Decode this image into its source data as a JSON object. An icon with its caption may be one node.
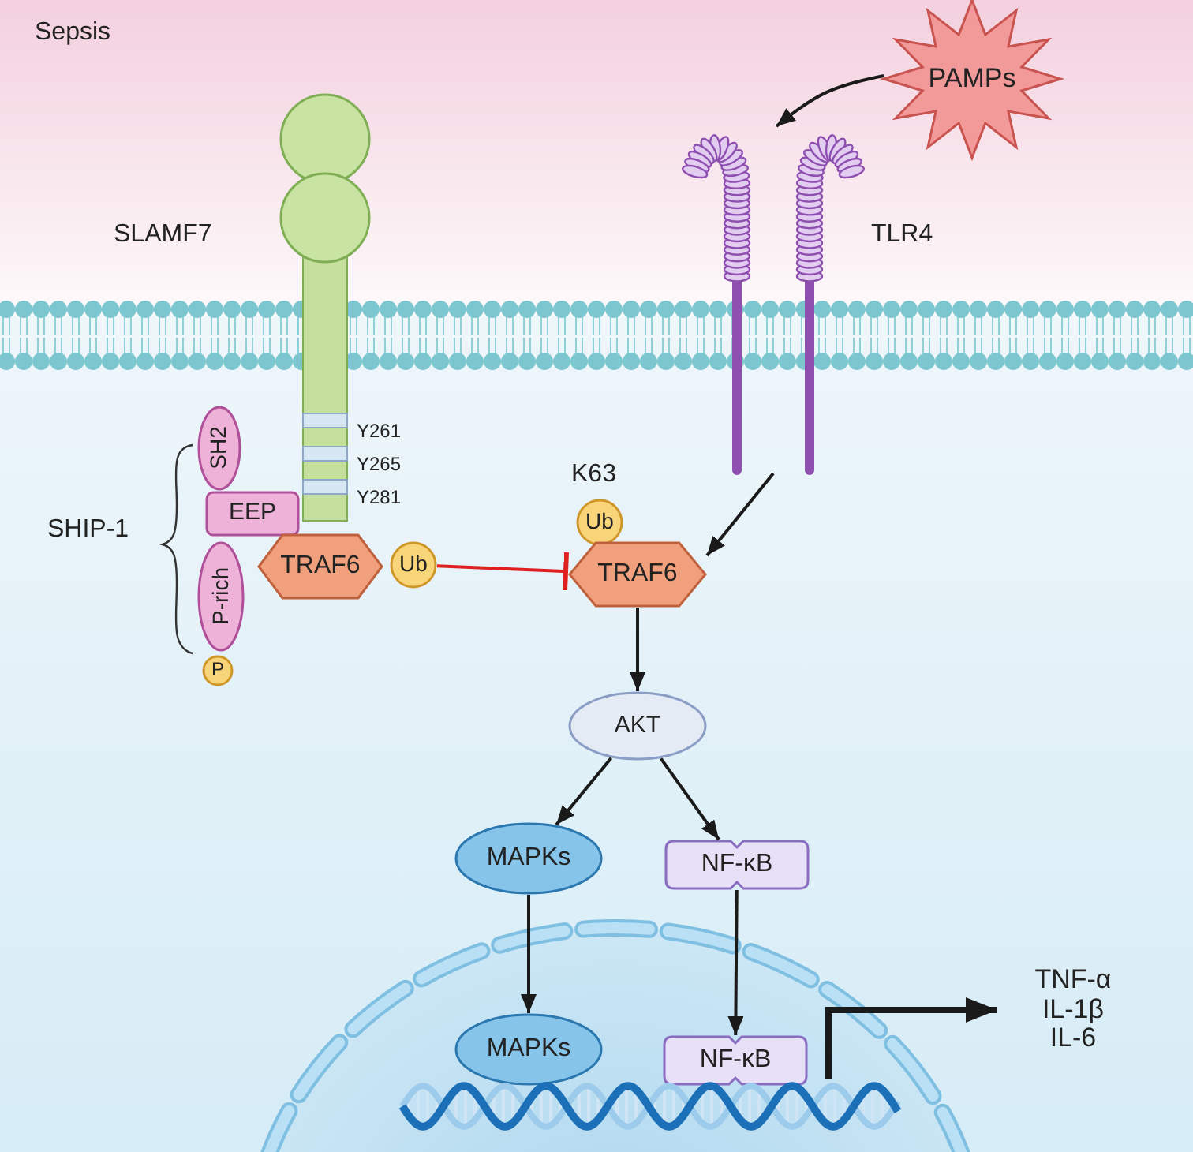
{
  "diagram": {
    "nodes": [
      {
        "text": [
          "PAMPs"
        ]
      },
      {
        "text": [],
        "shape": "picture",
        "beside": [
          "TLR4"
        ]
      },
      {
        "text": [],
        "shape": "picture",
        "beside": [
          "SLAMF7"
        ]
      },
      {
        "text": [
          "SH2"
        ]
      },
      {
        "text": [
          "EEP"
        ]
      },
      {
        "text": [
          "P-rich"
        ]
      },
      {
        "text": [
          "P"
        ]
      },
      {
        "text": [
          "TRAF6"
        ]
      },
      {
        "text": [
          "Ub"
        ]
      },
      {
        "text": [
          "Ub"
        ],
        "beside": [
          "K63"
        ]
      },
      {
        "text": [
          "TRAF6"
        ]
      },
      {
        "text": [
          "AKT"
        ]
      },
      {
        "text": [
          "MAPKs"
        ]
      },
      {
        "text": [
          "NF-κB"
        ]
      },
      {
        "text": [
          "MAPKs"
        ]
      },
      {
        "text": [
          "NF-κB"
        ]
      },
      {
        "text": [],
        "shape": "picture"
      },
      {
        "text": [
          "TNF-α",
          "IL-1β",
          "IL-6"
        ]
      }
    ],
    "edges": [
      {
        "from": 0,
        "to": 1,
        "arrow": "to"
      },
      {
        "from": 1,
        "to": 10,
        "arrow": "to"
      },
      {
        "from": 8,
        "to": 10,
        "arrow": "other",
        "color": "#e02020"
      },
      {
        "from": 10,
        "to": 11,
        "arrow": "to"
      },
      {
        "from": 11,
        "to": 12,
        "arrow": "to"
      },
      {
        "from": 11,
        "to": 13,
        "arrow": "to"
      },
      {
        "from": 12,
        "to": 14,
        "arrow": "to"
      },
      {
        "from": 13,
        "to": 15,
        "arrow": "to"
      },
      {
        "from": 16,
        "to": 17,
        "arrow": "to",
        "style": "thick"
      }
    ],
    "labels": [
      "Sepsis",
      "Y261",
      "Y265",
      "Y281",
      "SHIP-1"
    ]
  }
}
